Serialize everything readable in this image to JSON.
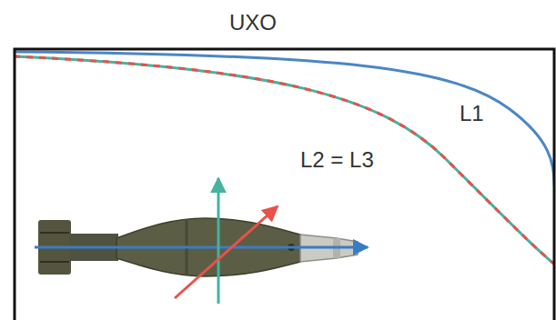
{
  "diagram": {
    "title": "UXO",
    "labels": [
      "L1",
      "L2 = L3"
    ]
  }
}
